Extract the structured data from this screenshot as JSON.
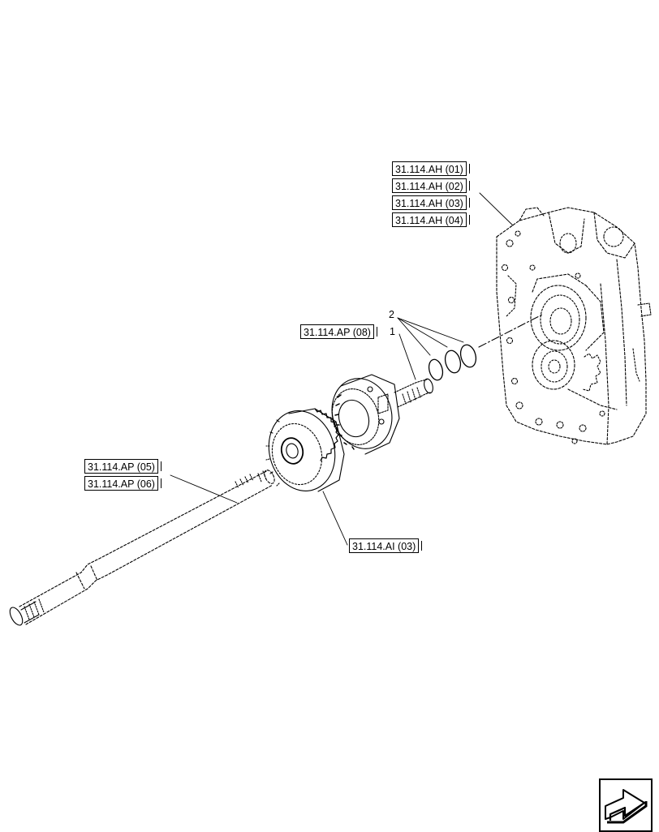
{
  "labels": {
    "ah01": "31.114.AH (01)",
    "ah02": "31.114.AH (02)",
    "ah03": "31.114.AH (03)",
    "ah04": "31.114.AH (04)",
    "ap08": "31.114.AP (08)",
    "ap05": "31.114.AP (05)",
    "ap06": "31.114.AP (06)",
    "ai03": "31.114.AI (03)"
  },
  "callouts": {
    "item1": "1",
    "item2": "2"
  },
  "icons": {
    "nav": "next-page-arrow-icon"
  }
}
